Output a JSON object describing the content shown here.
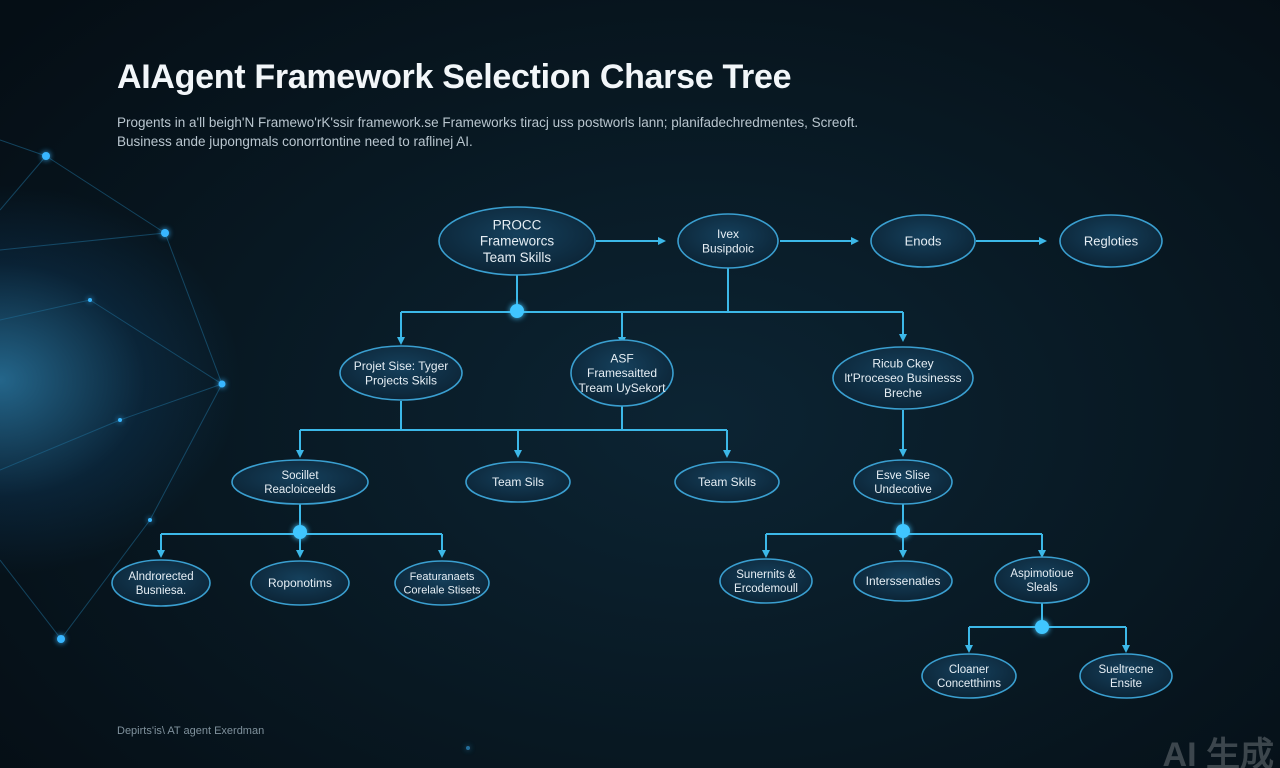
{
  "title": "AIAgent Framework Selection Charse Tree",
  "subtitle_lines": [
    "Progents in a'll beigh'N Framewo'rK'ssir framework.se Frameworks tiracj uss postworls lann; planifadechredmentes, Screoft.",
    "Business ande jupongmals conorrtontine need to raflinej AI."
  ],
  "footer": "Depirts'is\\ AT agent Exerdman",
  "watermark": "AI 生成",
  "colors": {
    "background": "#07131d",
    "node_fill": "#0f2d42",
    "node_stroke": "#3a9fd0",
    "connector": "#3cb8e8",
    "junction": "#41c6ff",
    "title": "#f2f6f9"
  },
  "nodes": [
    {
      "id": "n1",
      "lines": [
        "PROCC",
        "Frameworcs",
        "Team Skills"
      ]
    },
    {
      "id": "n2",
      "lines": [
        "Ivex",
        "Busipdoic"
      ]
    },
    {
      "id": "n3",
      "lines": [
        "Enods"
      ]
    },
    {
      "id": "n4",
      "lines": [
        "Regloties"
      ]
    },
    {
      "id": "n5",
      "lines": [
        "Projet Sise: Tyger",
        "Projects Skils"
      ]
    },
    {
      "id": "n6",
      "lines": [
        "ASF",
        "Framesaitted",
        "Tream UySekort"
      ]
    },
    {
      "id": "n7",
      "lines": [
        "Ricub Ckey",
        "lt'Proceseo Businesss",
        "Breche"
      ]
    },
    {
      "id": "n8",
      "lines": [
        "Socillet",
        "Reacloiceelds"
      ]
    },
    {
      "id": "n9",
      "lines": [
        "Team Sils"
      ]
    },
    {
      "id": "n10",
      "lines": [
        "Team Skils"
      ]
    },
    {
      "id": "n11",
      "lines": [
        "Esve Slise",
        "Undecotive"
      ]
    },
    {
      "id": "n12",
      "lines": [
        "Alndrorected",
        "Busniesa."
      ]
    },
    {
      "id": "n13",
      "lines": [
        "Roponotims"
      ]
    },
    {
      "id": "n14",
      "lines": [
        "Featuranaets",
        "Corelale Stisets"
      ]
    },
    {
      "id": "n15",
      "lines": [
        "Sunernits &",
        "Ercodemoull"
      ]
    },
    {
      "id": "n16",
      "lines": [
        "Interssenaties"
      ]
    },
    {
      "id": "n17",
      "lines": [
        "Aspimotioue",
        "Sleals"
      ]
    },
    {
      "id": "n18",
      "lines": [
        "Cloaner",
        "Concetthims"
      ]
    },
    {
      "id": "n19",
      "lines": [
        "Sueltrecne",
        "Ensite"
      ]
    }
  ]
}
